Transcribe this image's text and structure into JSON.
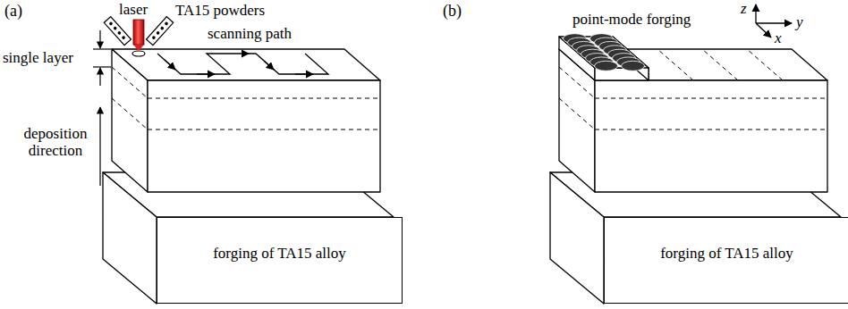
{
  "diagram": {
    "nodes": [
      {
        "text": [
          "forging of TA15 alloy"
        ]
      },
      {
        "text": [
          "forging of TA15 alloy"
        ]
      }
    ],
    "labels": [
      "(a)",
      "laser",
      "TA15 powders",
      "scanning path",
      "single layer",
      "deposition direction",
      "(b)",
      "point-mode forging",
      "z",
      "y",
      "x"
    ]
  }
}
